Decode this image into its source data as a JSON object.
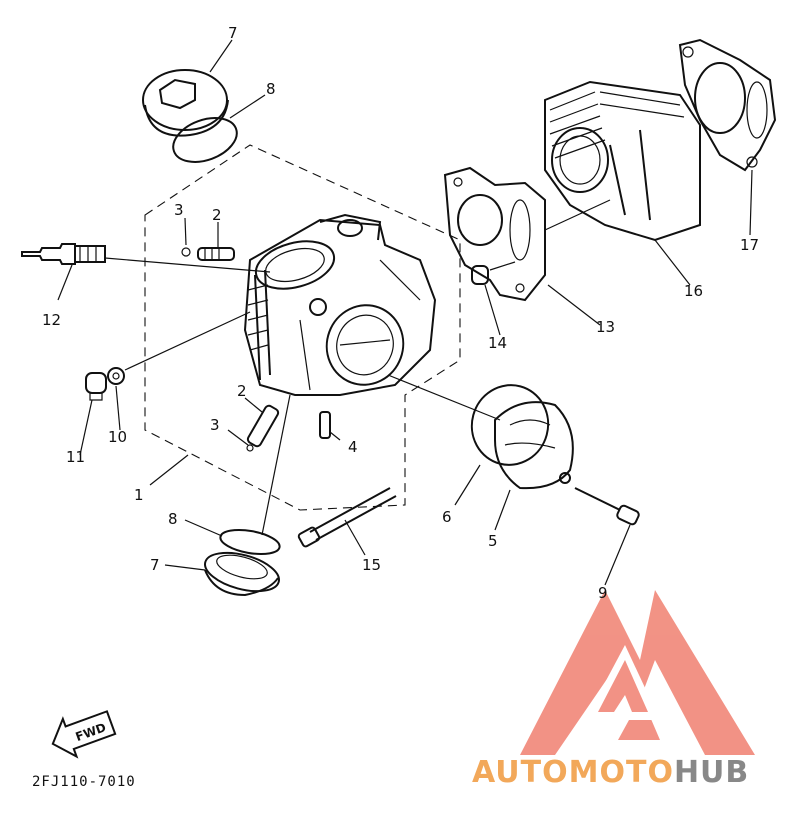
{
  "diagram": {
    "callouts": {
      "c1": "1",
      "c2a": "2",
      "c2b": "2",
      "c3a": "3",
      "c3b": "3",
      "c4": "4",
      "c5": "5",
      "c6": "6",
      "c7a": "7",
      "c7b": "7",
      "c8a": "8",
      "c8b": "8",
      "c9": "9",
      "c10": "10",
      "c11": "11",
      "c12": "12",
      "c13": "13",
      "c14": "14",
      "c15": "15",
      "c16": "16",
      "c17": "17"
    },
    "fwd_label": "FWD",
    "drawing_code": "2FJ110-7010"
  },
  "watermark": {
    "part1": "AUTOMOTO",
    "part2": "HUB",
    "colors": {
      "triangle": "#f08070",
      "orange": "#f2a85a",
      "gray": "#888888"
    }
  }
}
